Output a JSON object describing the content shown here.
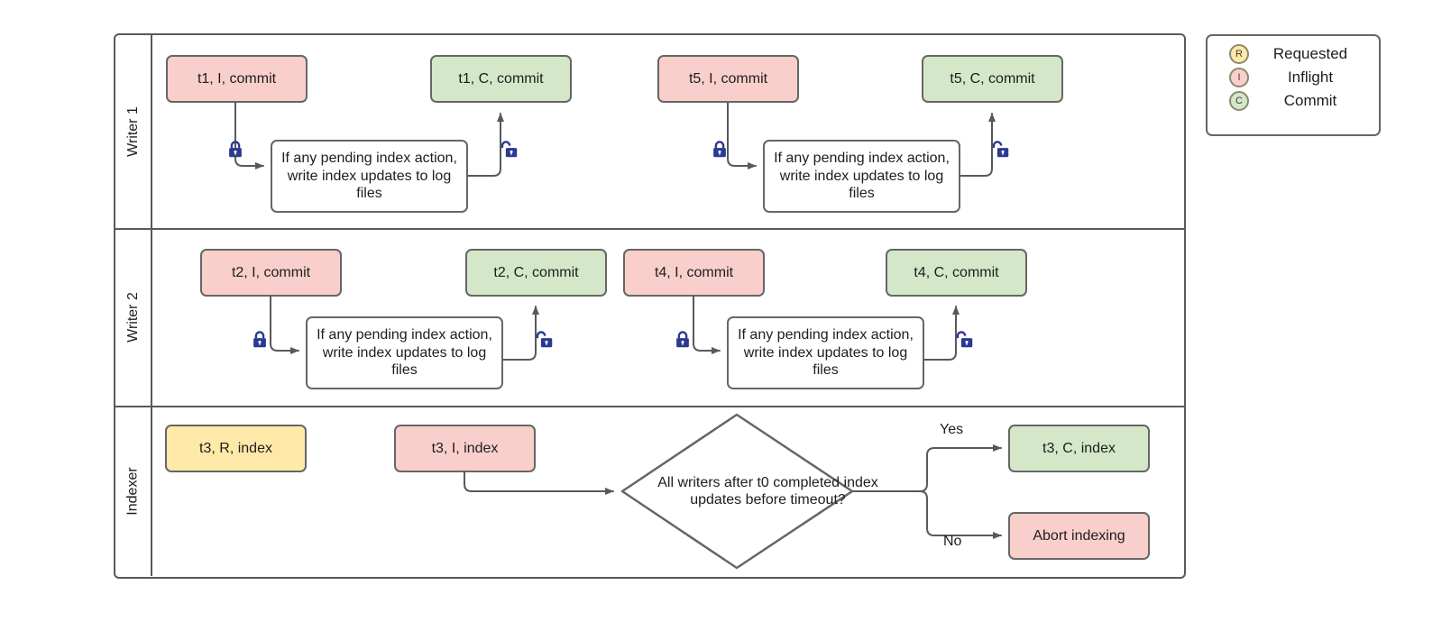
{
  "diagram": {
    "title": "Writer and Indexer commit coordination swimlane",
    "colors": {
      "inflight": "#f9cfcb",
      "commit": "#d4e8c9",
      "requested": "#ffe9a8",
      "stroke": "#666666",
      "lane_stroke": "#58595b",
      "lock": "#2b3990"
    }
  },
  "lanes": [
    {
      "label": "Writer 1"
    },
    {
      "label": "Writer 2"
    },
    {
      "label": "Indexer"
    }
  ],
  "nodes": {
    "w1_t1_i": {
      "text": "t1, I, commit"
    },
    "w1_work1": {
      "text": "If any pending index action, write index updates to log files"
    },
    "w1_t1_c": {
      "text": "t1, C, commit"
    },
    "w1_t5_i": {
      "text": "t5, I, commit"
    },
    "w1_work2": {
      "text": "If any pending index action, write index updates to log files"
    },
    "w1_t5_c": {
      "text": "t5, C, commit"
    },
    "w2_t2_i": {
      "text": "t2, I, commit"
    },
    "w2_work1": {
      "text": "If any pending index action, write index updates to log files"
    },
    "w2_t2_c": {
      "text": "t2, C, commit"
    },
    "w2_t4_i": {
      "text": "t4, I, commit"
    },
    "w2_work2": {
      "text": "If any pending index action, write index updates to log files"
    },
    "w2_t4_c": {
      "text": "t4, C, commit"
    },
    "ix_t3_r": {
      "text": "t3, R, index"
    },
    "ix_t3_i": {
      "text": "t3, I, index"
    },
    "ix_decision": {
      "text": "All writers after t0 completed index updates before timeout?"
    },
    "ix_t3_c": {
      "text": "t3, C, index"
    },
    "ix_abort": {
      "text": "Abort indexing"
    }
  },
  "edge_labels": {
    "yes": "Yes",
    "no": "No"
  },
  "icons": {
    "lock_closed": "lock-closed-icon",
    "lock_open": "lock-open-icon"
  },
  "legend": {
    "items": [
      {
        "badge": "R",
        "label": "Requested",
        "color": "#ffe9a8"
      },
      {
        "badge": "I",
        "label": "Inflight",
        "color": "#f9cfcb"
      },
      {
        "badge": "C",
        "label": "Commit",
        "color": "#d4e8c9"
      }
    ]
  }
}
